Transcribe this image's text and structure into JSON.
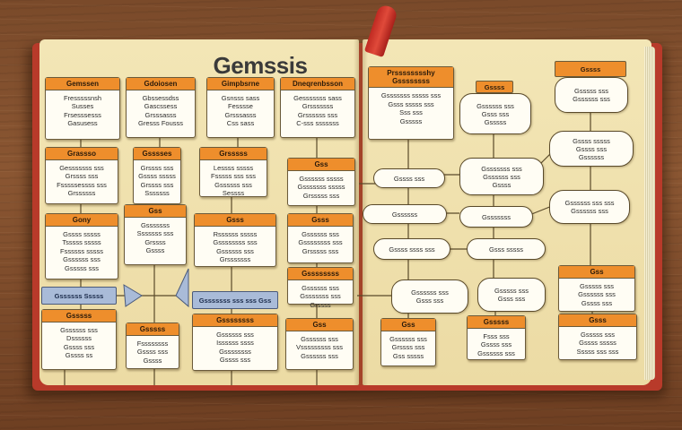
{
  "title": "Gemssis",
  "left_cards": {
    "r1c1": {
      "header": "Gemssen",
      "body": [
        "Fresssssnsh",
        "Susses",
        "Frsesssesss",
        "Gasusess"
      ]
    },
    "r1c2": {
      "header": "Gdoiosen",
      "body": [
        "Gbssessdss",
        "Gascssess",
        "Grsssasss",
        "Gresss Fousss"
      ]
    },
    "r1c3": {
      "header": "Gimpbsrne",
      "body": [
        "Gsnsss sass",
        "Fesssse",
        "Grsssasss",
        "Css sass"
      ]
    },
    "r1c4": {
      "header": "Dneqrenbsson",
      "body": [
        "Gesssssss sass",
        "Grsssssss",
        "Grssssss sss",
        "C-sss sssssss"
      ]
    },
    "r2c1": {
      "header": "Grassso",
      "body": [
        "Gesssssss sss",
        "Grssss sss",
        "Fsssssessss sss",
        "Grssssss"
      ]
    },
    "r2c2": {
      "header": "Gsssses",
      "body": [
        "Grssss sss",
        "Gssss sssss",
        "Grssss sss",
        "Sssssss"
      ]
    },
    "r2c3": {
      "header": "Grsssss",
      "body": [
        "Lessss sssss",
        "Fsssss sss sss",
        "Gssssss sss",
        "Sessss"
      ]
    },
    "r2c4": {
      "header": "Gss",
      "body": [
        "Gssssss sssss",
        "Gsssssss sssss",
        "Grsssss sss"
      ]
    },
    "r3c1": {
      "header": "Gony",
      "body": [
        "Gssss sssss",
        "Tsssss sssss",
        "Fssssss sssss",
        "Gssssss sss",
        "Gsssss sss"
      ]
    },
    "r3c2": {
      "header": "Gss",
      "body": [
        "Gsssssss",
        "Sssssss sss",
        "Grssss",
        "Gssss"
      ]
    },
    "r3c3": {
      "header": "Gsss",
      "body": [
        "Rssssss sssss",
        "Gssssssss sss",
        "Gssssss sss",
        "Grsssssss"
      ]
    },
    "r3c4": {
      "header": "Gsss",
      "body": [
        "Gssssss sss",
        "Gssssssss sss",
        "Grsssss sss"
      ]
    },
    "r4c4": {
      "header": "Gssssssss",
      "body": [
        "Gssssss sss",
        "Gsssssss sss",
        "Grssss"
      ]
    },
    "r5c1": {
      "header": "Gsssss",
      "body": [
        "Gssssss sss",
        "Dssssss",
        "Gssss sss",
        "Gssss ss"
      ]
    },
    "r5c2": {
      "header": "Gsssss",
      "body": [
        "Fssssssss",
        "Gssss sss",
        "Gssss"
      ]
    },
    "r5c3": {
      "header": "Gssssssss",
      "body": [
        "Gssssss sss",
        "Issssss ssss",
        "Gssssssss",
        "Gssss sss"
      ]
    },
    "r5c4": {
      "header": "Gss",
      "body": [
        "Gssssss sss",
        "Vsssssssss sss",
        "Gssssss sss"
      ]
    }
  },
  "left_blue": {
    "a": "Gssssss Sssss",
    "b": "Gsssssss sss sss Gss"
  },
  "right_cards": {
    "top": {
      "header": "Prsssssssshy",
      "sub": "Gssssssss"
    },
    "top_body": [
      "Gsssssss sssss sss",
      "Gsss sssss sss",
      "Sss sss",
      "Gsssss"
    ],
    "tr": {
      "header": "Gssss"
    },
    "mid_header": {
      "header": "Gssss"
    },
    "b1": {
      "header": "Gss",
      "body": [
        "Gssssss sss",
        "Grssss sss",
        "Gss sssss"
      ]
    },
    "b2": {
      "header": "Gsssss",
      "body": [
        "Fsss sss",
        "Gssss sss",
        "Gssssss sss"
      ]
    },
    "b3": {
      "header": "Gsss",
      "body": [
        "Gsssss sss",
        "Gssss sssss",
        "Sssss sss sss"
      ]
    },
    "rm": {
      "header": "Gss",
      "body": [
        "Gsssss sss",
        "Gssssss sss",
        "Gssss sss"
      ]
    }
  },
  "right_pills": {
    "p1": [
      "Gssssss sss",
      "Gsss sss",
      "Gsssss"
    ],
    "p2": [
      "Gsssss sss",
      "Gssssss sss"
    ],
    "p3": [
      "Gssss sssss",
      "Gssss sss",
      "Gssssss"
    ],
    "p4": [
      "Gssssss sss sss",
      "Gssssss sss"
    ],
    "p5": [
      "Gsssssss sss",
      "Gssssss sss",
      "Gssss"
    ],
    "p6": [
      "Gssss sss"
    ],
    "p7": [
      "Gssssss"
    ],
    "p8": [
      "Gsssssss"
    ],
    "p9": [
      "Gssss ssss sss"
    ],
    "p10": [
      "Gsss sssss"
    ],
    "p11": [
      "Gssssss sss",
      "Gsss sss"
    ],
    "p12": [
      "Gsssss sss",
      "Gsss sss"
    ]
  }
}
